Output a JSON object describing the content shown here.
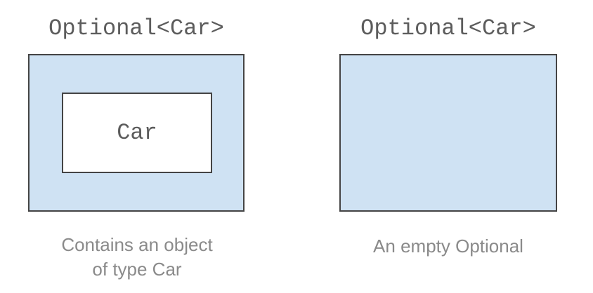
{
  "figures": {
    "left": {
      "title": "Optional<Car>",
      "inner_label": "Car",
      "caption_line1": "Contains an object",
      "caption_line2": "of type Car"
    },
    "right": {
      "title": "Optional<Car>",
      "caption": "An empty Optional"
    }
  },
  "colors": {
    "background": "#ffffff",
    "box_fill": "#cfe2f3",
    "box_border": "#444444",
    "inner_fill": "#ffffff",
    "code_text": "#5c5c5c",
    "caption_text": "#8a8a8a"
  }
}
